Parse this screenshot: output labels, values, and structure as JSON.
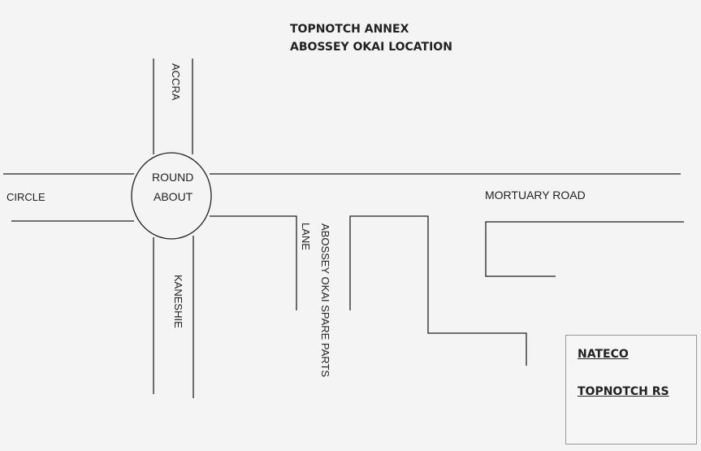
{
  "title": {
    "line1": "TOPNOTCH ANNEX",
    "line2": "ABOSSEY OKAI LOCATION"
  },
  "labels": {
    "accra": "ACCRA",
    "circle": "CIRCLE",
    "roundabout_line1": "ROUND",
    "roundabout_line2": "ABOUT",
    "kaneshie": "KANESHIE",
    "lane": "LANE",
    "spare_parts": "ABOSSEY OKAI SPARE PARTS",
    "mortuary_road": "MORTUARY ROAD"
  },
  "location_box": {
    "line1": "NATECO",
    "line2": "TOPNOTCH RS"
  },
  "colors": {
    "background": "#f4f4f4",
    "line": "#222222",
    "box_border": "#999999"
  }
}
